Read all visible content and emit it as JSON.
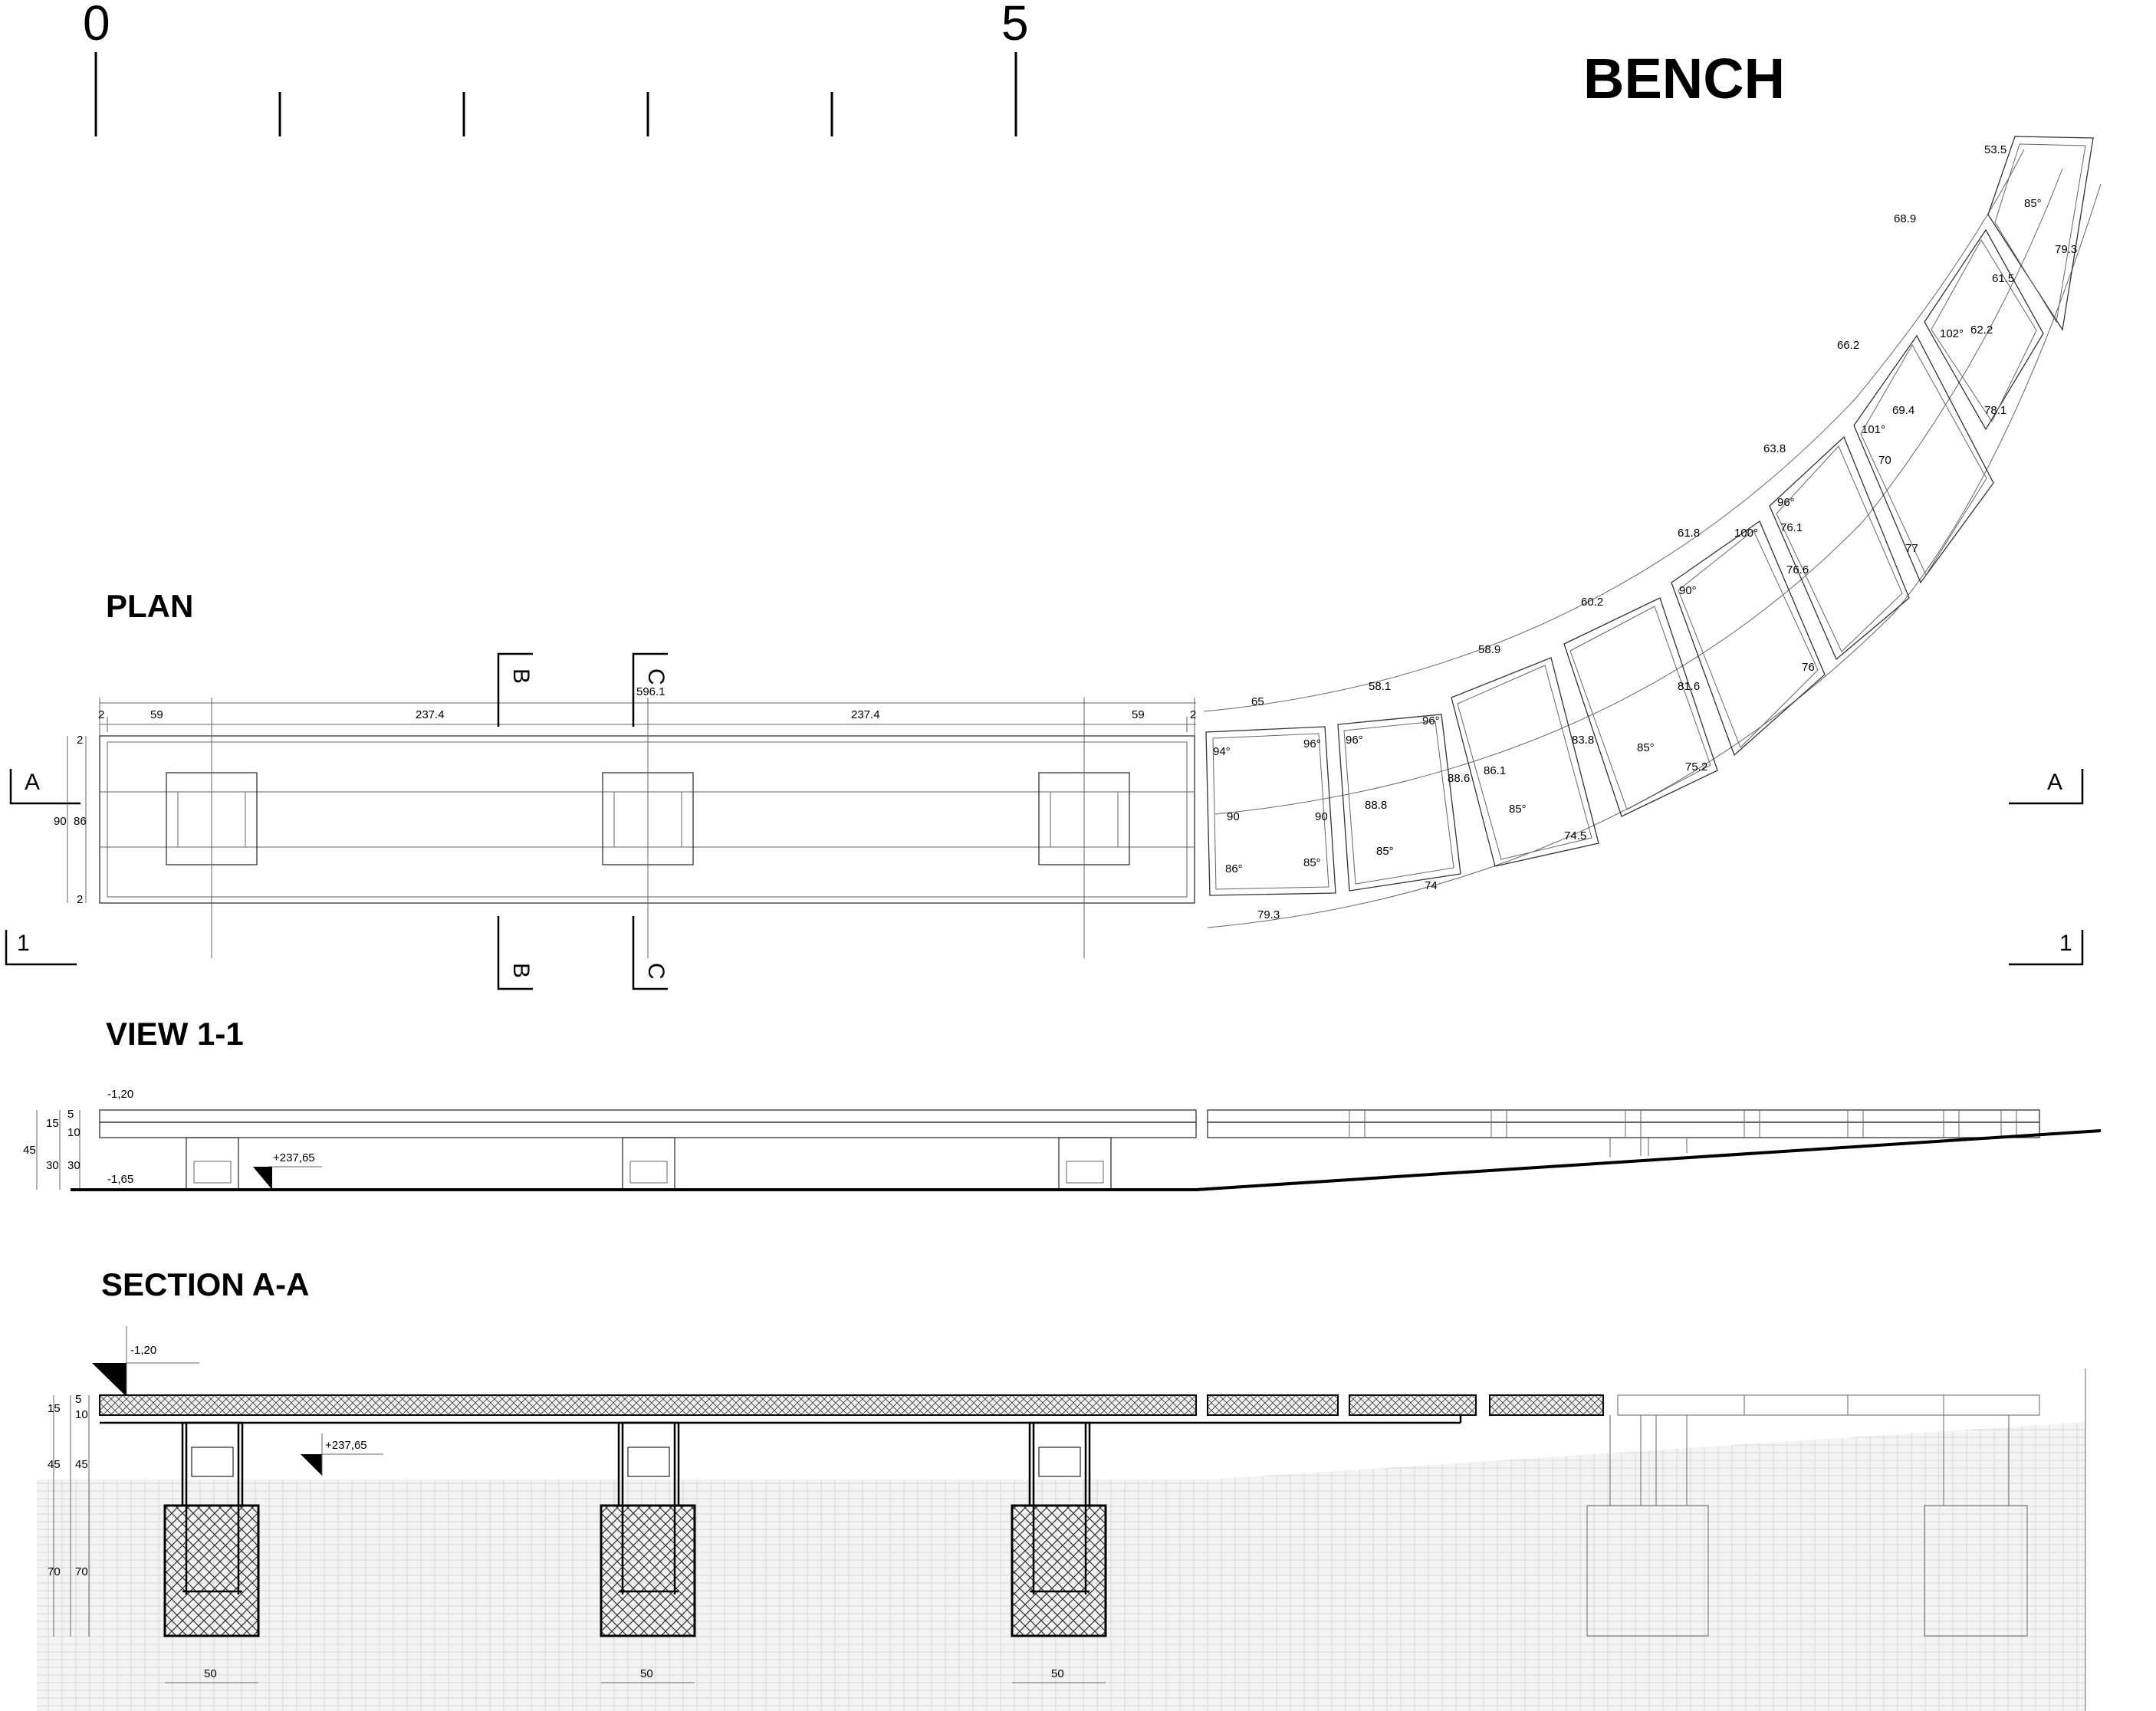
{
  "scale": {
    "labels": [
      "0",
      "5"
    ]
  },
  "title": "BENCH",
  "plan": {
    "title": "PLAN",
    "overall": "596.1",
    "segments": [
      "2",
      "59",
      "237.4",
      "237.4",
      "59",
      "2"
    ],
    "side_dims": [
      "90",
      "86",
      "2",
      "2"
    ],
    "section_marks": {
      "a": "A",
      "b": "B",
      "c": "C",
      "view": "1"
    },
    "curve_outer_dims": [
      "65",
      "58.1",
      "58.9",
      "60.2",
      "61.8",
      "63.8",
      "66.2",
      "68.9",
      "53.5"
    ],
    "curve_inner_dims": [
      "79.3",
      "74",
      "74.5",
      "75.2",
      "76",
      "77",
      "78.1",
      "79.3"
    ],
    "module_dims": [
      "90",
      "90",
      "88.8",
      "88.6",
      "86.1",
      "83.8",
      "81.6",
      "76.6",
      "76.1",
      "70",
      "69.4",
      "62.2",
      "61.5"
    ],
    "angles": [
      "94°",
      "96°",
      "86°",
      "85°",
      "96°",
      "85°",
      "96°",
      "85°",
      "85°",
      "90°",
      "100°",
      "96°",
      "101°",
      "102°",
      "85°"
    ]
  },
  "view": {
    "title": "VIEW 1-1",
    "elev_top": "-1,20",
    "elev_bottom": "-1,65",
    "level": "+237,65",
    "left_dims": [
      "45",
      "15",
      "30",
      "5",
      "10",
      "30"
    ]
  },
  "section": {
    "title": "SECTION A-A",
    "elev_top": "-1,20",
    "level": "+237,65",
    "left_dims": [
      "15",
      "5",
      "10",
      "45",
      "45",
      "70",
      "70"
    ],
    "footing_dims": [
      "50",
      "50",
      "50"
    ]
  }
}
